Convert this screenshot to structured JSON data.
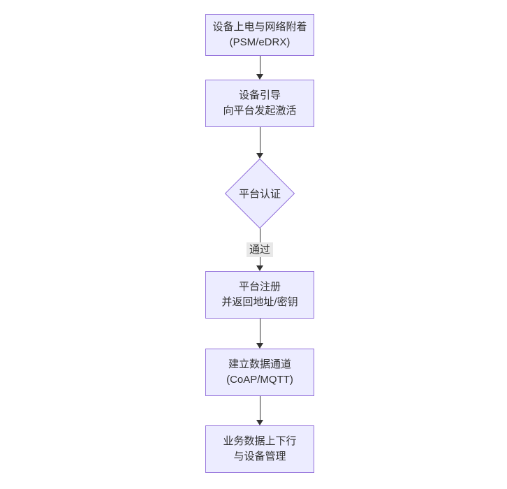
{
  "diagram": {
    "type": "flowchart",
    "direction": "top-down",
    "colors": {
      "node_fill": "#ECECFF",
      "node_border": "#9370DB",
      "text": "#333333",
      "edge": "#333333",
      "edge_label_bg": "#e8e8e8",
      "background": "#ffffff"
    },
    "nodes": [
      {
        "id": "power-attach",
        "shape": "rect",
        "line1": "设备上电与网络附着",
        "line2": "(PSM/eDRX)"
      },
      {
        "id": "bootstrap",
        "shape": "rect",
        "line1": "设备引导",
        "line2": "向平台发起激活"
      },
      {
        "id": "platform-auth",
        "shape": "diamond",
        "line1": "平台认证"
      },
      {
        "id": "register",
        "shape": "rect",
        "line1": "平台注册",
        "line2": "并返回地址/密钥"
      },
      {
        "id": "data-channel",
        "shape": "rect",
        "line1": "建立数据通道",
        "line2": "(CoAP/MQTT)"
      },
      {
        "id": "business-data",
        "shape": "rect",
        "line1": "业务数据上下行",
        "line2": "与设备管理"
      }
    ],
    "edges": [
      {
        "from": "power-attach",
        "to": "bootstrap",
        "label": ""
      },
      {
        "from": "bootstrap",
        "to": "platform-auth",
        "label": ""
      },
      {
        "from": "platform-auth",
        "to": "register",
        "label": "通过"
      },
      {
        "from": "register",
        "to": "data-channel",
        "label": ""
      },
      {
        "from": "data-channel",
        "to": "business-data",
        "label": ""
      }
    ]
  }
}
